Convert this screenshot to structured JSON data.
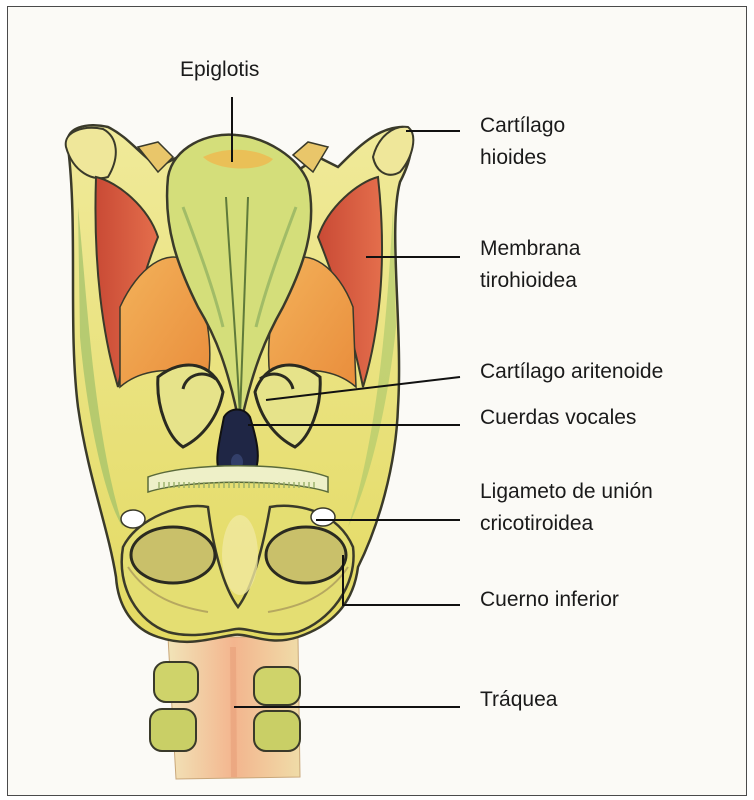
{
  "labels": {
    "epiglotis": "Epiglotis",
    "hioides_1": "Cartílago",
    "hioides_2": "hioides",
    "membrana_1": "Membrana",
    "membrana_2": "tirohioidea",
    "aritenoide": "Cartílago aritenoide",
    "cuerdas": "Cuerdas vocales",
    "ligamento_1": "Ligameto de unión",
    "ligamento_2": "cricotiroidea",
    "cuerno": "Cuerno inferior",
    "traquea": "Tráquea"
  },
  "colors": {
    "cartilage": "#e6df6e",
    "cartilage_light": "#f0eca0",
    "green_shade": "#a9c76a",
    "orange": "#f0a04a",
    "muscle_red": "#d9573c",
    "glottis_dark": "#1f2645",
    "outline": "#3a3a2a",
    "trachea_pink": "#f2c7a6"
  }
}
